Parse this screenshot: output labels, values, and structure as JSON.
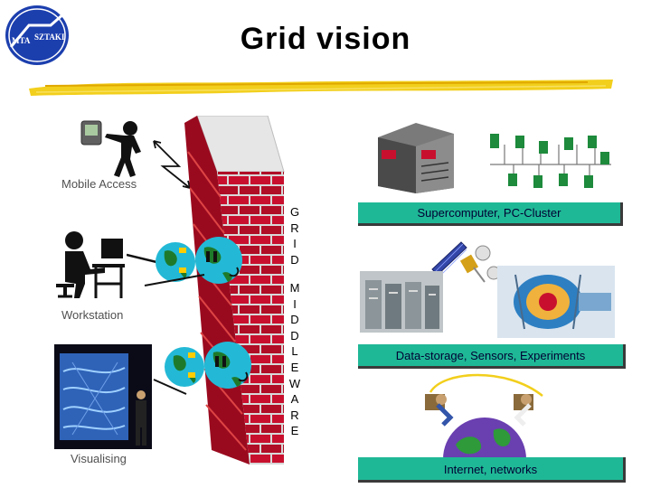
{
  "title": "Grid vision",
  "logo": {
    "left_text": "MTA",
    "right_text": "SZTAKI"
  },
  "captions": {
    "mobile": "Mobile Access",
    "workstation": "Workstation",
    "visualising": "Visualising"
  },
  "wall_text": {
    "grid": [
      "G",
      "R",
      "I",
      "D"
    ],
    "middleware": [
      "M",
      "I",
      "D",
      "D",
      "L",
      "E",
      "W",
      "A",
      "R",
      "E"
    ]
  },
  "labels": {
    "supercomputer": "Supercomputer, PC-Cluster",
    "storage": "Data-storage, Sensors, Experiments",
    "internet": "Internet, networks"
  },
  "colors": {
    "label_bg": "#1fb896",
    "brick": "#c8102e",
    "title": "#000000"
  },
  "icons": [
    "logo-icon",
    "pda-user-icon",
    "lightning-icon",
    "workstation-user-icon",
    "globe-plug-icon",
    "video-wall-icon",
    "supercomputer-icon",
    "network-cluster-icon",
    "satellite-icon",
    "storage-room-icon",
    "detector-icon",
    "earth-network-icon"
  ]
}
